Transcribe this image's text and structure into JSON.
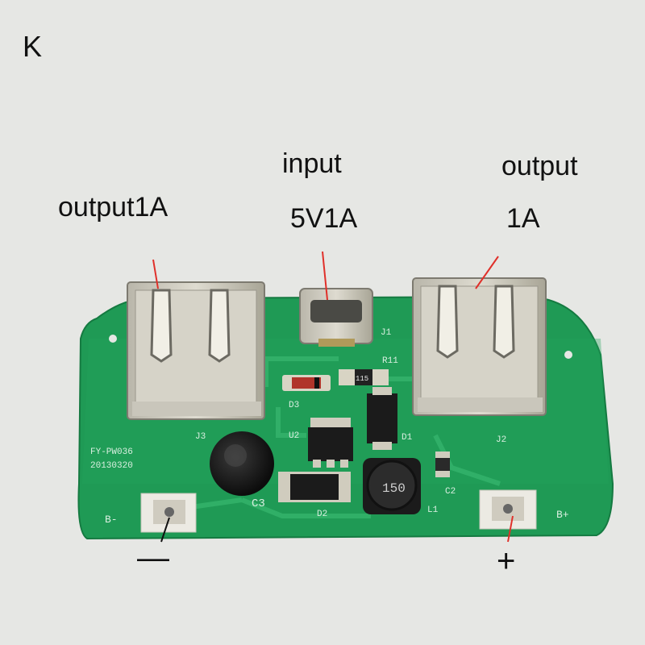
{
  "corner_letter": "K",
  "labels": {
    "output_left": "output1A",
    "input_line1": "input",
    "input_line2": "5V1A",
    "output_right_line1": "output",
    "output_right_line2": "1A",
    "minus": "—",
    "plus": "+"
  },
  "silkscreen": {
    "model": "FY-PW036",
    "date": "20130320",
    "j1": "J1",
    "j2": "J2",
    "j3": "J3",
    "r11": "R11",
    "r11_value": "115",
    "d1": "D1",
    "d2": "D2",
    "d3": "D3",
    "u2": "U2",
    "c2": "C2",
    "c3": "C3",
    "l1": "L1",
    "inductor_value": "150",
    "b_minus": "B-",
    "b_plus": "B+"
  },
  "colors": {
    "background": "#e6e7e4",
    "pcb": "#1f9a55",
    "annotation_line": "#e0302a"
  }
}
